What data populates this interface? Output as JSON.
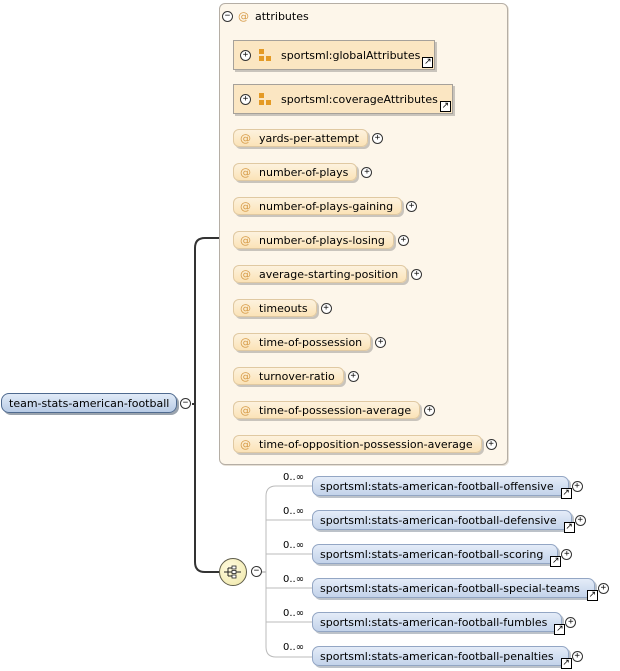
{
  "root": {
    "label": "team-stats-american-football",
    "toggle": "−"
  },
  "attributes": {
    "header": "attributes",
    "header_at": "@",
    "toggle": "−",
    "groups": [
      {
        "label": "sportsml:globalAttributes",
        "toggle": "+"
      },
      {
        "label": "sportsml:coverageAttributes",
        "toggle": "+"
      }
    ],
    "items": [
      {
        "at": "@",
        "label": "yards-per-attempt",
        "toggle": "+"
      },
      {
        "at": "@",
        "label": "number-of-plays",
        "toggle": "+"
      },
      {
        "at": "@",
        "label": "number-of-plays-gaining",
        "toggle": "+"
      },
      {
        "at": "@",
        "label": "number-of-plays-losing",
        "toggle": "+"
      },
      {
        "at": "@",
        "label": "average-starting-position",
        "toggle": "+"
      },
      {
        "at": "@",
        "label": "timeouts",
        "toggle": "+"
      },
      {
        "at": "@",
        "label": "time-of-possession",
        "toggle": "+"
      },
      {
        "at": "@",
        "label": "turnover-ratio",
        "toggle": "+"
      },
      {
        "at": "@",
        "label": "time-of-possession-average",
        "toggle": "+"
      },
      {
        "at": "@",
        "label": "time-of-opposition-possession-average",
        "toggle": "+"
      }
    ]
  },
  "sequence": {
    "toggle": "−"
  },
  "elements": [
    {
      "card": "0..∞",
      "label": "sportsml:stats-american-football-offensive",
      "toggle": "+"
    },
    {
      "card": "0..∞",
      "label": "sportsml:stats-american-football-defensive",
      "toggle": "+"
    },
    {
      "card": "0..∞",
      "label": "sportsml:stats-american-football-scoring",
      "toggle": "+"
    },
    {
      "card": "0..∞",
      "label": "sportsml:stats-american-football-special-teams",
      "toggle": "+"
    },
    {
      "card": "0..∞",
      "label": "sportsml:stats-american-football-fumbles",
      "toggle": "+"
    },
    {
      "card": "0..∞",
      "label": "sportsml:stats-american-football-penalties",
      "toggle": "+"
    }
  ]
}
